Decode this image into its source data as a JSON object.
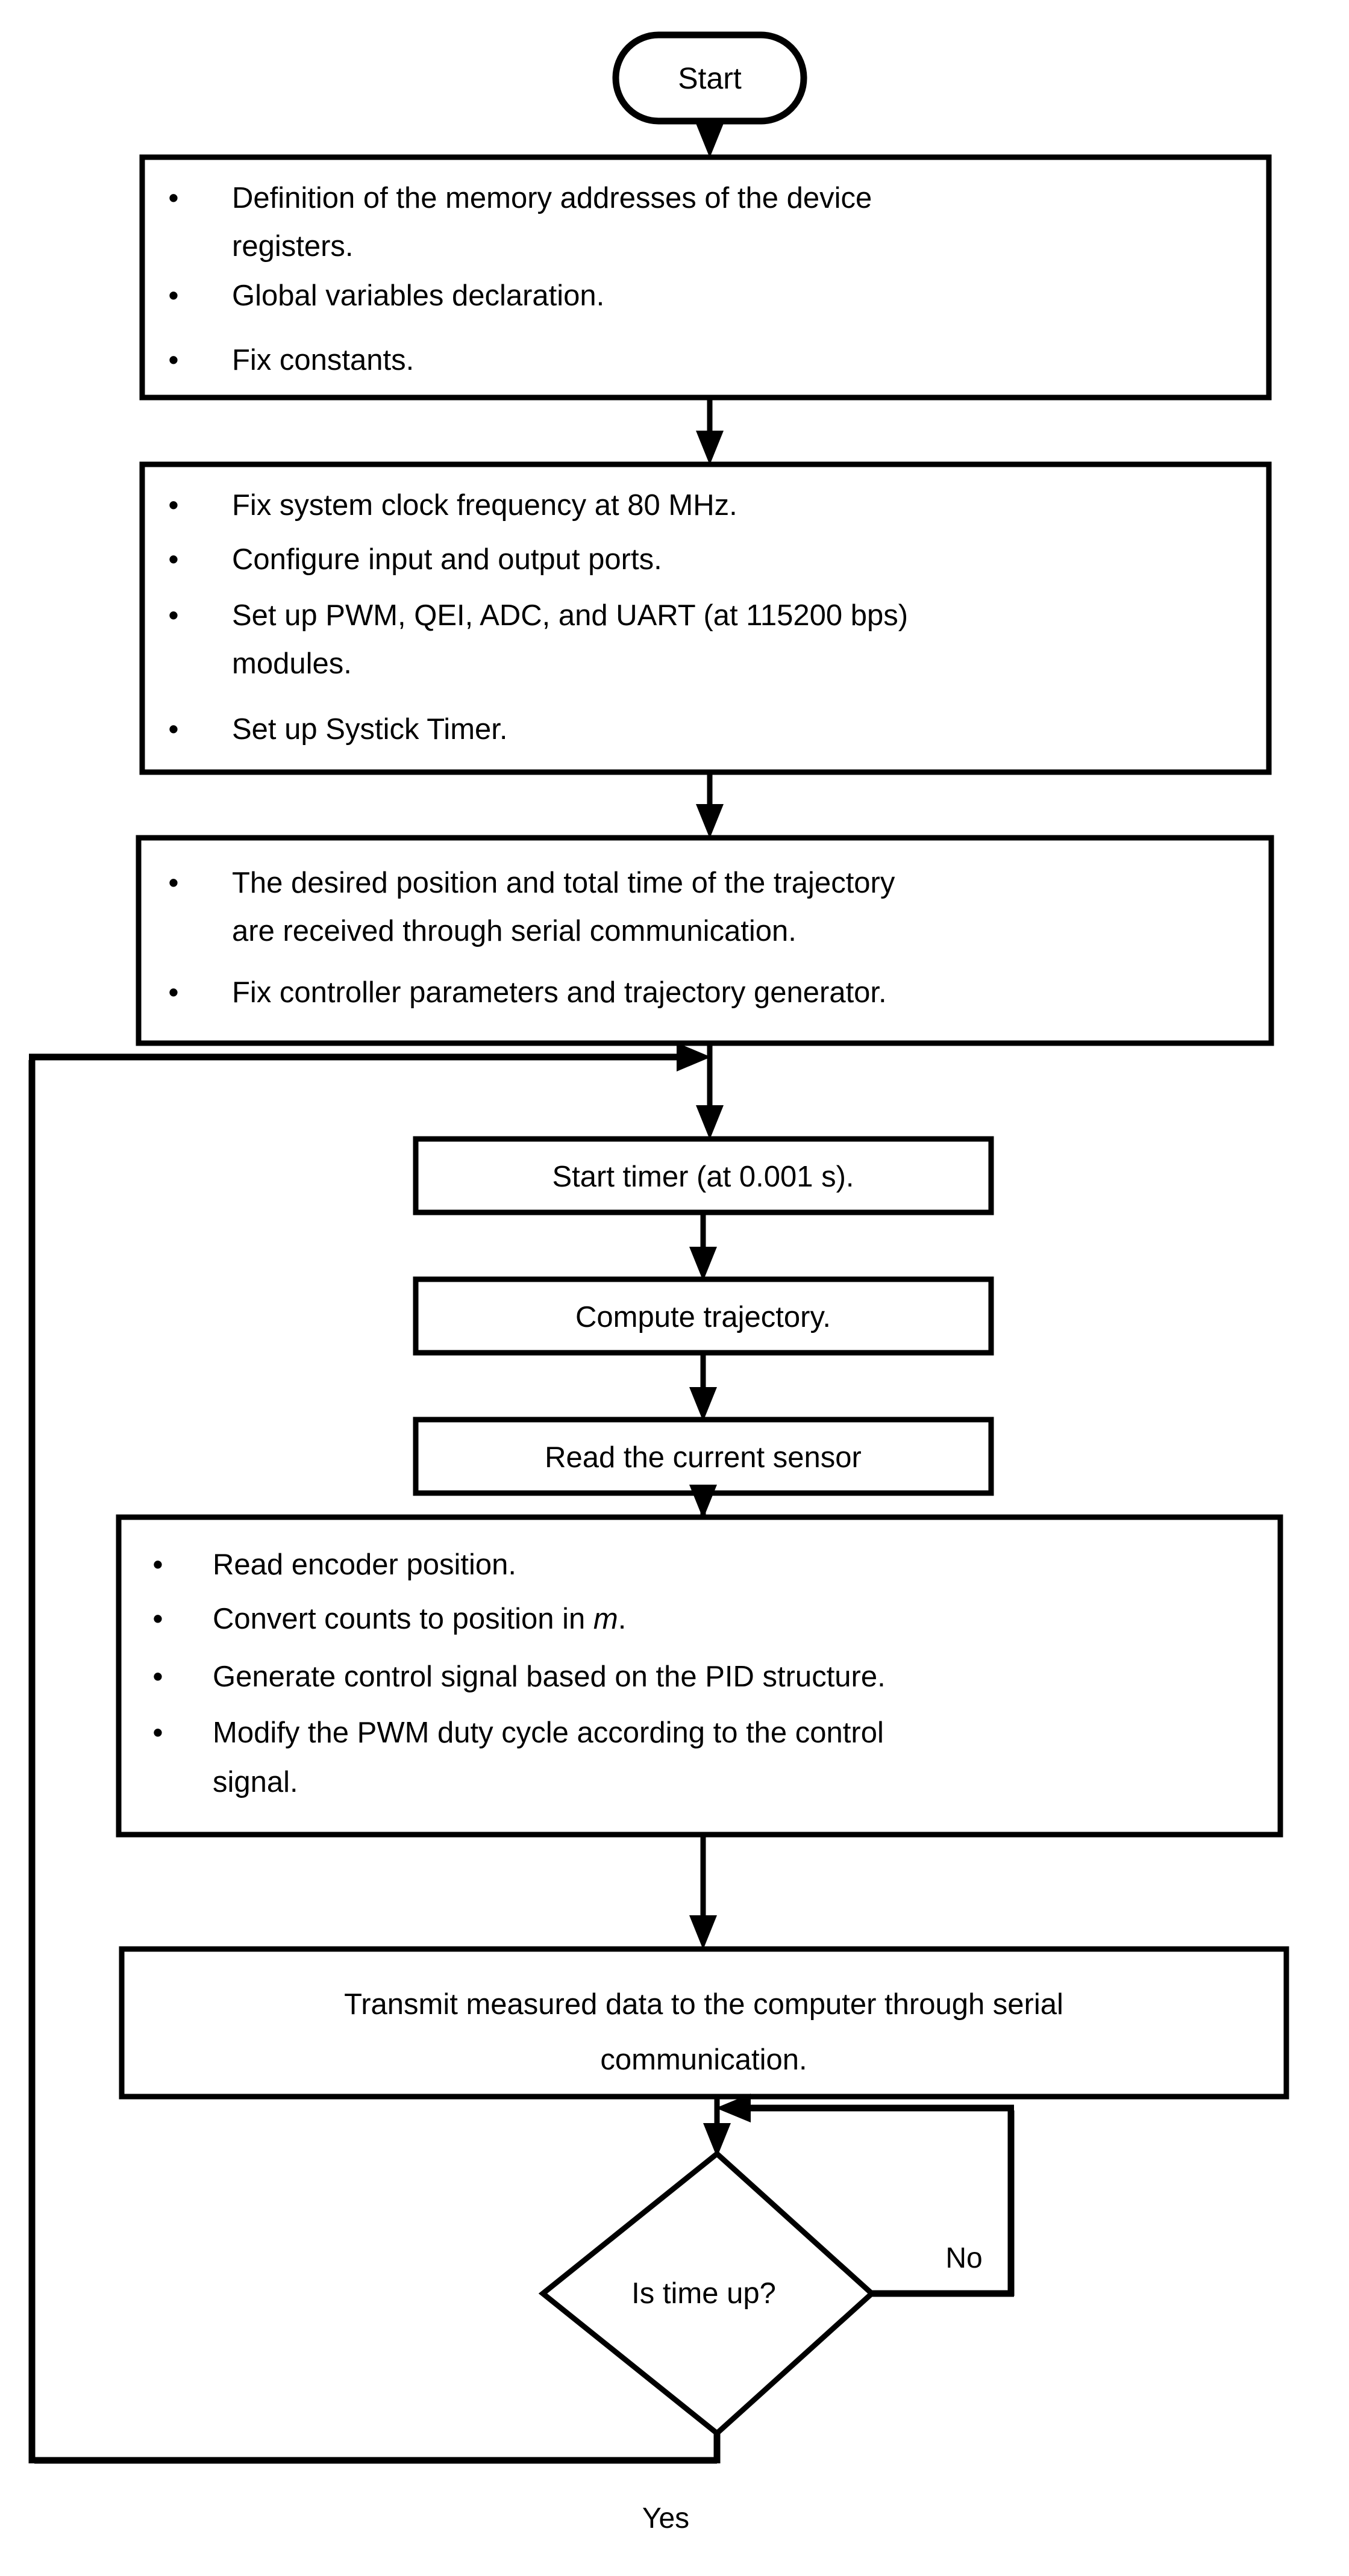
{
  "diagram": {
    "title": "Embedded controller firmware flowchart",
    "type": "flowchart",
    "stroke_color": "#000000",
    "fill_color": "#ffffff",
    "background": "#ffffff"
  },
  "nodes": {
    "start": {
      "shape": "terminator",
      "label": "Start"
    },
    "init_definitions": {
      "shape": "process",
      "bullets": [
        "Definition of the memory addresses of the device",
        "registers.",
        "Global variables declaration.",
        "Fix constants."
      ],
      "lines": [
        {
          "bullet": true,
          "text": "Definition of the memory addresses of the device"
        },
        {
          "bullet": false,
          "text": "registers."
        },
        {
          "bullet": true,
          "text": "Global variables declaration."
        },
        {
          "bullet": true,
          "text": "Fix constants."
        }
      ]
    },
    "peripheral_setup": {
      "shape": "process",
      "lines": [
        {
          "bullet": true,
          "text": "Fix system clock frequency at 80 MHz."
        },
        {
          "bullet": true,
          "text": "Configure input and output ports."
        },
        {
          "bullet": true,
          "text": "Set up PWM, QEI, ADC, and UART (at 115200 bps)"
        },
        {
          "bullet": false,
          "text": "modules."
        },
        {
          "bullet": true,
          "text": "Set up Systick Timer."
        }
      ]
    },
    "trajectory_setup": {
      "shape": "process",
      "lines": [
        {
          "bullet": true,
          "text": "The desired position and total time of the trajectory"
        },
        {
          "bullet": false,
          "text": "are received through serial communication."
        },
        {
          "bullet": true,
          "text": "Fix controller parameters and trajectory generator."
        }
      ]
    },
    "start_timer": {
      "shape": "process",
      "label": "Start timer (at 0.001 s)."
    },
    "compute_trajectory": {
      "shape": "process",
      "label": "Compute trajectory."
    },
    "read_current_sensor": {
      "shape": "process",
      "label": "Read the current sensor"
    },
    "control_loop": {
      "shape": "process",
      "lines": [
        {
          "bullet": true,
          "text": "Read encoder position.",
          "italic_tail": ""
        },
        {
          "bullet": true,
          "text": "Convert counts to position in ",
          "italic_tail": "m",
          "after": "."
        },
        {
          "bullet": true,
          "text": "Generate control signal based on the PID structure.",
          "italic_tail": ""
        },
        {
          "bullet": true,
          "text": "Modify the PWM duty cycle according to the control",
          "italic_tail": ""
        },
        {
          "bullet": false,
          "text": "signal.",
          "italic_tail": ""
        }
      ]
    },
    "transmit_data": {
      "shape": "process",
      "lines": [
        "Transmit measured data to the computer through serial",
        "communication."
      ]
    },
    "decision_time_up": {
      "shape": "decision",
      "label": "Is time up?"
    }
  },
  "edge_labels": {
    "no": "No",
    "yes": "Yes"
  }
}
